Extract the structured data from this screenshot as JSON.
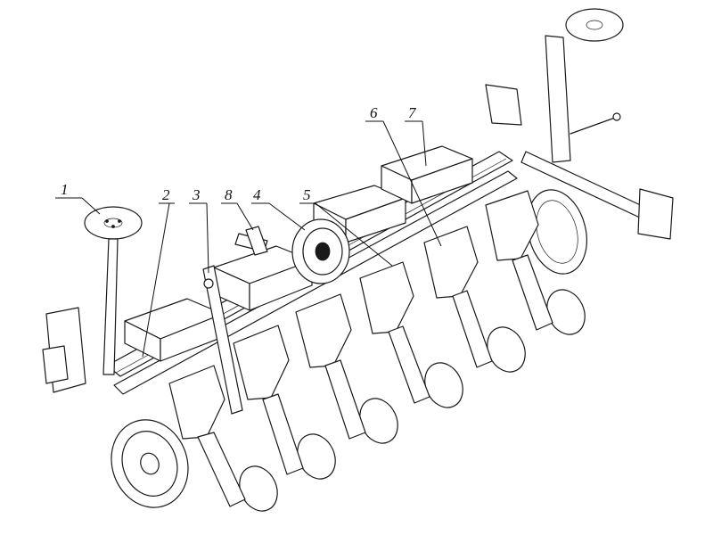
{
  "figure": {
    "callouts": [
      {
        "id": "1",
        "label": "1"
      },
      {
        "id": "2",
        "label": "2"
      },
      {
        "id": "3",
        "label": "3"
      },
      {
        "id": "8",
        "label": "8"
      },
      {
        "id": "4",
        "label": "4"
      },
      {
        "id": "5",
        "label": "5"
      },
      {
        "id": "6",
        "label": "6"
      },
      {
        "id": "7",
        "label": "7"
      }
    ],
    "colors": {
      "stroke": "#1a1a1a",
      "background": "#ffffff"
    }
  }
}
